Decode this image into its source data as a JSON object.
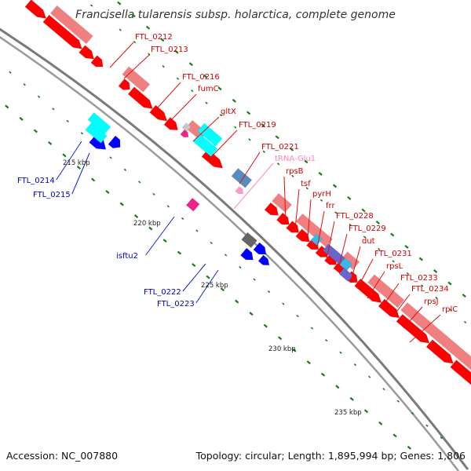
{
  "title": "Francisella tularensis subsp. holarctica, complete genome",
  "accession": "Accession: NC_007880",
  "summary": "Topology: circular; Length: 1,895,994 bp; Genes: 1,806",
  "colors": {
    "backbone": "#7a7a7a",
    "forward_cds": "#ff0000",
    "forward_gene": "#f08080",
    "reverse_cds": "#0000ff",
    "reverse_gene": "#00ffff",
    "trna": "#ff99cc",
    "misc": "#6666cc",
    "forward_label": "#cc0000",
    "reverse_label": "#0000bb",
    "trna_label": "#ff88bb",
    "gc_tick": "#1a7a1a"
  },
  "scale_labels": [
    "215 kbp",
    "220 kbp",
    "225 kbp",
    "230 kbp",
    "235 kbp"
  ],
  "forward_labels": [
    "FTL_0212",
    "FTL_0213",
    "FTL_0216",
    "fumC",
    "gltX",
    "FTL_0219",
    "FTL_0221",
    "rpsB",
    "tsf",
    "pyrH",
    "frr",
    "FTL_0228",
    "FTL_0229",
    "dut",
    "FTL_0231",
    "rpsL",
    "FTL_0233",
    "FTL_0234",
    "rpsJ",
    "rplC"
  ],
  "trna_labels": [
    "tRNA-Glu1"
  ],
  "reverse_labels": [
    "FTL_0214",
    "FTL_0215",
    "isftu2",
    "FTL_0222",
    "FTL_0223"
  ]
}
